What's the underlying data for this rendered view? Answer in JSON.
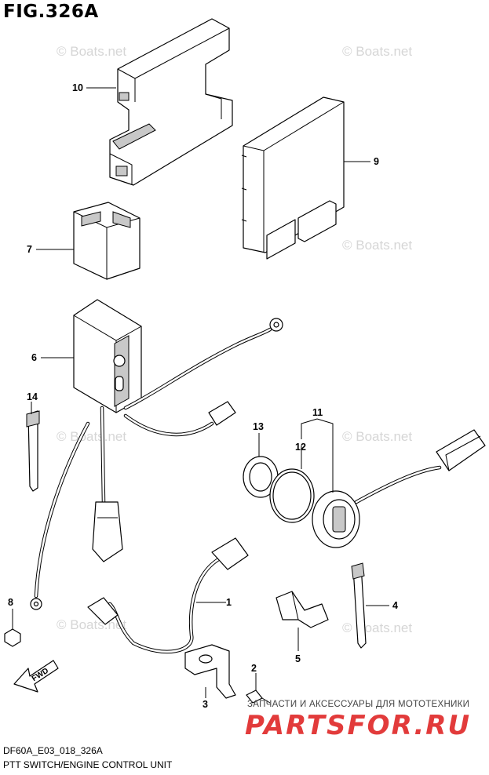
{
  "figure": {
    "title": "FIG.326A",
    "code": "DF60A_E03_018_326A",
    "caption": "PTT SWITCH/ENGINE CONTROL UNIT"
  },
  "watermark": "© Boats.net",
  "callouts": [
    "1",
    "2",
    "3",
    "4",
    "5",
    "6",
    "7",
    "8",
    "9",
    "10",
    "11",
    "12",
    "13",
    "14"
  ],
  "direction_arrow": "FWD",
  "promo": {
    "tagline": "ЗАПЧАСТИ И АКСЕССУАРЫ ДЛЯ МОТОТЕХНИКИ",
    "brand": "PARTSFOR.RU",
    "brand_color": "#e23b3b"
  }
}
